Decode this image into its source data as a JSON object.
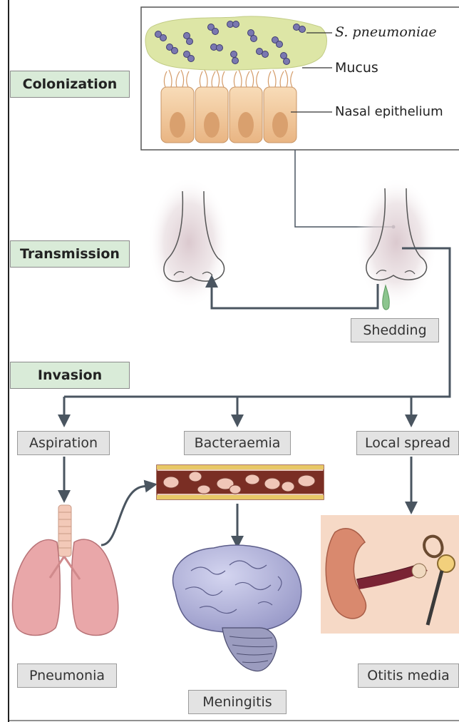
{
  "stages": {
    "colonization": "Colonization",
    "transmission": "Transmission",
    "invasion": "Invasion"
  },
  "callouts": {
    "bacteria": "S. pneumoniae",
    "mucus": "Mucus",
    "epithelium": "Nasal epithelium"
  },
  "routes": {
    "shedding": "Shedding",
    "aspiration": "Aspiration",
    "bacteraemia": "Bacteraemia",
    "local_spread": "Local spread"
  },
  "diseases": {
    "pneumonia": "Pneumonia",
    "meningitis": "Meningitis",
    "otitis_media": "Otitis media"
  },
  "colors": {
    "stage_fill": "#d9ebd8",
    "tag_fill": "#e3e3e3",
    "arrow": "#4a5560",
    "mucus": "#dfe8a8",
    "epithelium": "#f2c89a",
    "lung": "#e9a7a9",
    "brain": "#b7b8de"
  }
}
